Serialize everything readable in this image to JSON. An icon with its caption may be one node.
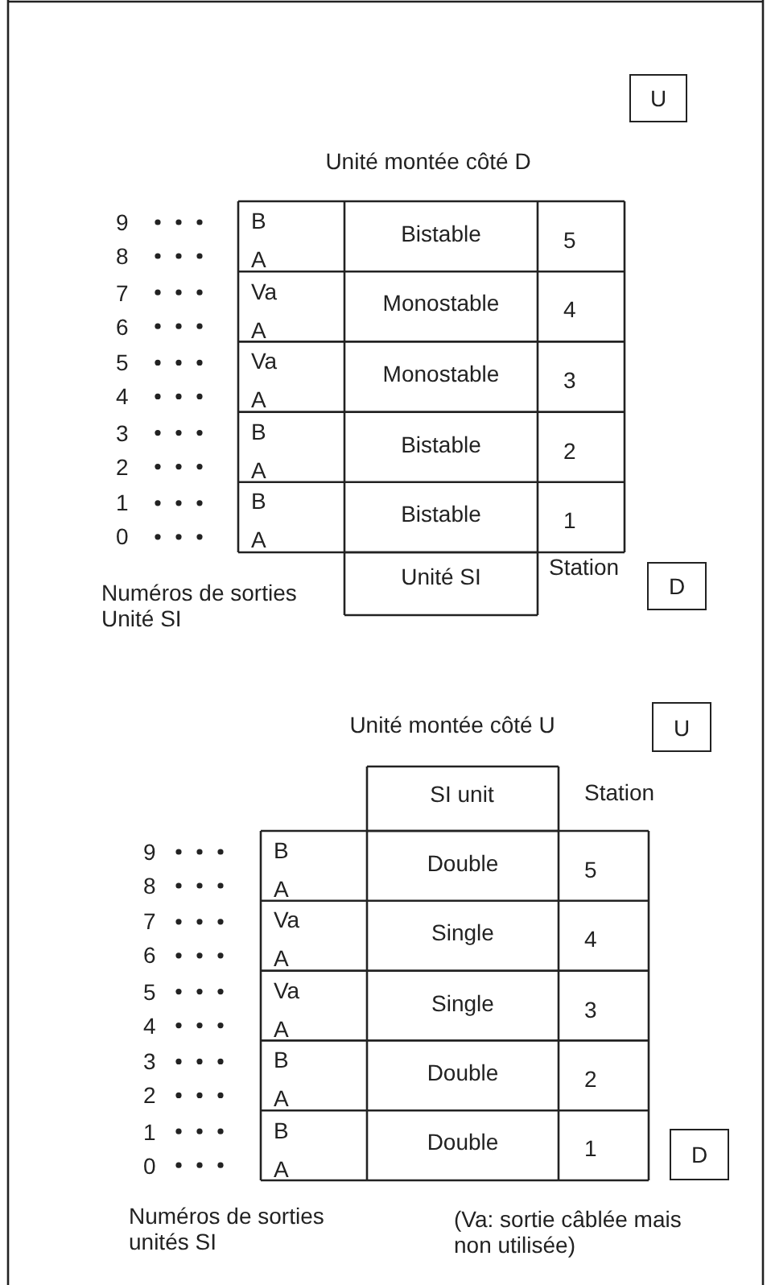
{
  "diagram": {
    "nodes": [
      {
        "text": [
          "U"
        ]
      },
      {
        "text": [
          "D"
        ]
      },
      {
        "text": [
          "U"
        ]
      },
      {
        "text": [
          "D"
        ]
      }
    ],
    "labels": [
      "Unité montée côté D",
      "9",
      "B",
      "Bistable",
      "5",
      "8",
      "A",
      "7",
      "Va",
      "Monostable",
      "4",
      "6",
      "A",
      "5",
      "Va",
      "Monostable",
      "3",
      "4",
      "A",
      "3",
      "B",
      "Bistable",
      "2",
      "2",
      "A",
      "1",
      "B",
      "Bistable",
      "1",
      "0",
      "A",
      "Unité SI",
      "Station",
      "Numéros de sorties Unité SI",
      "Unité montée côté U",
      "SI unit",
      "Station",
      "9",
      "B",
      "Double",
      "5",
      "8",
      "A",
      "7",
      "Va",
      "Single",
      "4",
      "6",
      "A",
      "5",
      "Va",
      "Single",
      "3",
      "4",
      "A",
      "3",
      "B",
      "Double",
      "2",
      "2",
      "A",
      "1",
      "B",
      "Double",
      "1",
      "0",
      "A",
      "Numéros de sorties unités SI",
      "(Va: sortie câblée mais non utilisée)"
    ]
  }
}
